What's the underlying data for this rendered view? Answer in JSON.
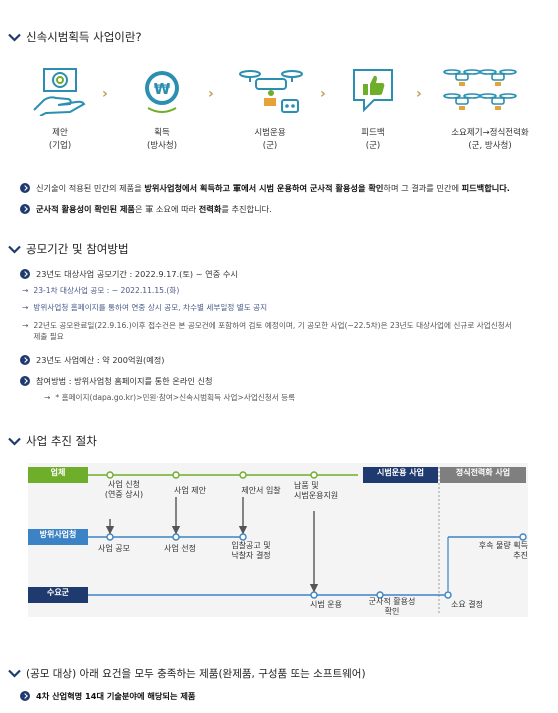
{
  "section1": {
    "title": "신속시범획득 사업이란?",
    "steps": [
      {
        "name": "제안",
        "sub": "(기업)"
      },
      {
        "name": "획득",
        "sub": "(방사청)"
      },
      {
        "name": "시범운용",
        "sub": "(군)"
      },
      {
        "name": "피드백",
        "sub": "(군)"
      },
      {
        "name": "소요제기→정식전력화",
        "sub": "(군, 방사청)"
      }
    ],
    "bullet1": {
      "t1": "신기술이 적용된 민간의 제품을 ",
      "b1": "방위사업청에서 획득하고 軍에서 시범 운용하여 군사적 활용성을 확인",
      "t2": "하며 그 결과를 민간에 ",
      "b2": "피드백합니다."
    },
    "bullet2": {
      "b1": "군사적 활용성이 확인된 제품",
      "t1": "은 軍 소요에 따라 ",
      "b2": "전력화",
      "t2": "를 추진합니다."
    }
  },
  "section2": {
    "title": "공모기간 및 참여방법",
    "item1": "23년도 대상사업 공모기간 : 2022.9.17.(토) ~ 연중 수시",
    "sub1": "23-1차 대상사업 공모 : ~ 2022.11.15.(화)",
    "sub2": "방위사업청 홈페이지를 통하여 연중 상시 공모, 차수별 세부일정 별도 공지",
    "sub3a": "22년도 공모완료일(22.9.16.)이후 접수건은 본 공모건에 포함하여 검토 예정이며, 기 공모한 사업(~22.5차)은 23년도 대상사업에 신규로 사업신청서",
    "sub3b": "제출 필요",
    "item2": "23년도 사업예산 : 약 200억원(예정)",
    "item3": "참여방법 : 방위사업청 홈페이지를 통한 온라인 신청",
    "sub4": "* 홈페이지(dapa.go.kr)>민원·참여>신속시범획득 사업>사업신청서 등록"
  },
  "section3": {
    "title": "사업 추진 절차",
    "rows": {
      "company": "업체",
      "dapa": "방위사업청",
      "military": "수요군"
    },
    "phase1": "시범운용 사업",
    "phase2": "정식전력화 사업",
    "nodes": {
      "apply": "사업 신청\n(연중 상시)",
      "propose": "사업 제안",
      "bid": "제안서 입찰",
      "deliver": "납품 및\n시범운용지원",
      "announce": "사업 공모",
      "select": "사업 선정",
      "contract": "입찰공고 및\n낙찰자 결정",
      "mass": "후속 물량 획득\n추진",
      "operate": "시범 운용",
      "verify": "군사적 활용성\n확인",
      "demand": "소요 결정"
    }
  },
  "section4": {
    "title": "(공모 대상) 아래 요건을 모두 충족하는 제품(완제품, 구성품 또는 소프트웨어)",
    "item1": "4차 산업혁명 14대 기술분야에 해당되는 제품"
  },
  "colors": {
    "navy": "#1f3a6e",
    "teal": "#2a8fb0",
    "green": "#6fae2a",
    "gold": "#c89a55",
    "dapa_blue": "#3b83c4"
  }
}
